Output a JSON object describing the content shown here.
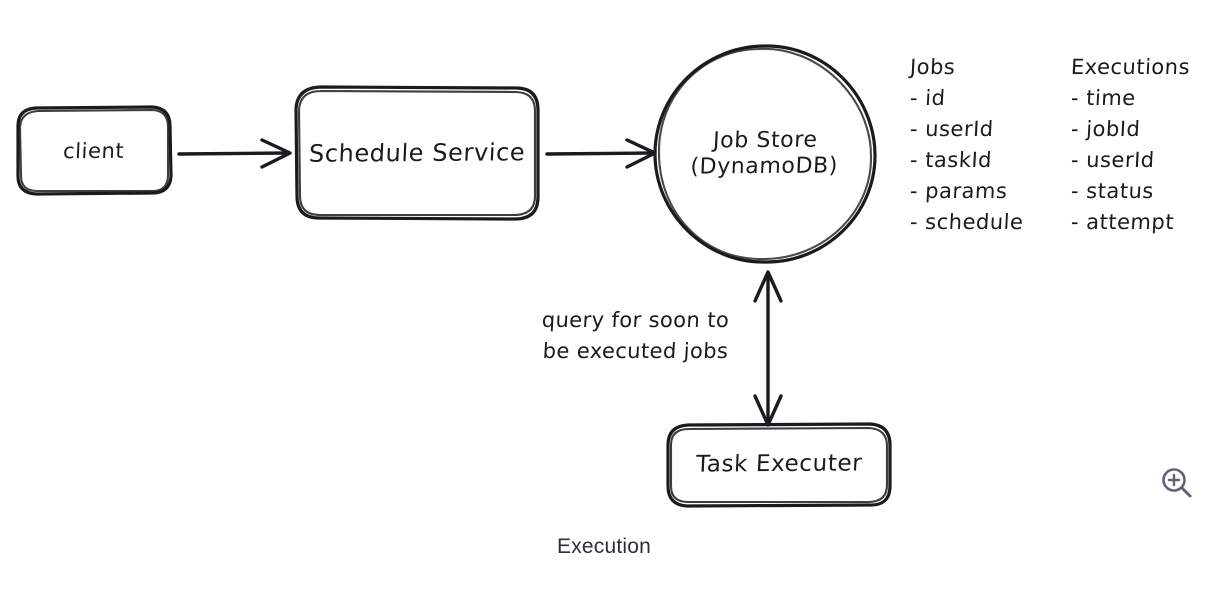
{
  "diagram": {
    "background_color": "#ffffff",
    "stroke_color": "#1b1b1f",
    "nodes": [
      {
        "id": "client",
        "label": "client",
        "shape": "rounded-rect"
      },
      {
        "id": "schedule",
        "label": "Schedule Service",
        "shape": "rounded-rect"
      },
      {
        "id": "jobstore",
        "label_line1": "Job Store",
        "label_line2": "(DynamoDB)",
        "shape": "ellipse"
      },
      {
        "id": "executer",
        "label": "Task Executer",
        "shape": "rounded-rect"
      }
    ],
    "edges": [
      {
        "id": "client-to-schedule",
        "from": "client",
        "to": "schedule",
        "arrow": "single",
        "label": ""
      },
      {
        "id": "schedule-to-jobstore",
        "from": "schedule",
        "to": "jobstore",
        "arrow": "single",
        "label": ""
      },
      {
        "id": "executer-to-jobstore",
        "from": "executer",
        "to": "jobstore",
        "arrow": "double",
        "label_line1": "query for soon to",
        "label_line2": "be executed jobs"
      }
    ],
    "schemas": [
      {
        "id": "jobs",
        "title": "Jobs",
        "fields": [
          "- id",
          "- userId",
          "- taskId",
          "- params",
          "- schedule"
        ]
      },
      {
        "id": "executions",
        "title": "Executions",
        "fields": [
          "- time",
          "- jobId",
          "- userId",
          "- status",
          "- attempt"
        ]
      }
    ],
    "caption": "Execution",
    "controls": {
      "zoom_in_icon": "zoom-in-magnifier-icon",
      "zoom_in_color": "#5c6578"
    }
  }
}
